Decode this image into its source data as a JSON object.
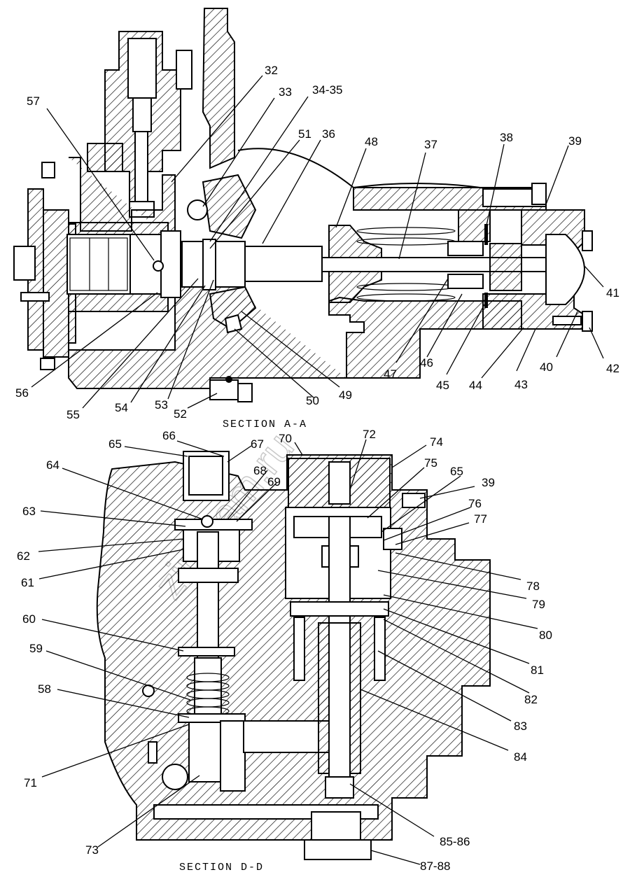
{
  "sections": {
    "top_title": "SECTION A-A",
    "bottom_title": "SECTION D-D"
  },
  "watermark": "zip-kam.ru",
  "callouts_top": [
    "32",
    "33",
    "34-35",
    "57",
    "51",
    "36",
    "48",
    "37",
    "38",
    "39",
    "41",
    "40",
    "42",
    "43",
    "44",
    "45",
    "46",
    "47",
    "49",
    "50",
    "52",
    "53",
    "54",
    "55",
    "56"
  ],
  "callouts_bottom": [
    "65",
    "66",
    "67",
    "70",
    "72",
    "74",
    "75",
    "65",
    "39",
    "64",
    "68",
    "69",
    "76",
    "77",
    "63",
    "62",
    "61",
    "78",
    "79",
    "80",
    "81",
    "82",
    "83",
    "84",
    "60",
    "59",
    "58",
    "71",
    "73",
    "85-86",
    "87-88"
  ]
}
